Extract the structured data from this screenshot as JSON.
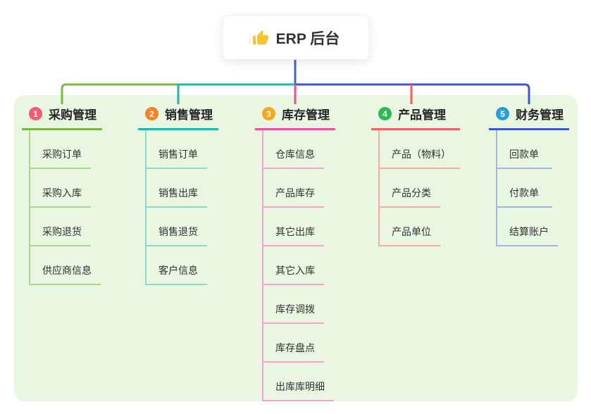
{
  "root": {
    "label": "ERP 后台",
    "icon": "thumbs-up",
    "icon_color": "#F7C32E"
  },
  "canvas": {
    "background": "#ffffff",
    "panel_background": "#E9F6E1",
    "stem_color": "#4B5FD6"
  },
  "branches": [
    {
      "number": "1",
      "label": "采购管理",
      "badge_color": "#F25C72",
      "line_color": "#7CBA3F",
      "child_line_color": "#AFD68C",
      "items": [
        "采购订单",
        "采购入库",
        "采购退货",
        "供应商信息"
      ]
    },
    {
      "number": "2",
      "label": "销售管理",
      "badge_color": "#F5822B",
      "line_color": "#1CB9A9",
      "child_line_color": "#8EDACF",
      "items": [
        "销售订单",
        "销售出库",
        "销售退货",
        "客户信息"
      ]
    },
    {
      "number": "3",
      "label": "库存管理",
      "badge_color": "#F5A623",
      "line_color": "#EF4E9B",
      "child_line_color": "#F3A3CD",
      "items": [
        "仓库信息",
        "产品库存",
        "其它出库",
        "其它入库",
        "库存调拨",
        "库存盘点",
        "出库库明细"
      ]
    },
    {
      "number": "4",
      "label": "产品管理",
      "badge_color": "#2FB953",
      "line_color": "#F15F5F",
      "child_line_color": "#F6ABA8",
      "items": [
        "产品（物料）",
        "产品分类",
        "产品单位"
      ]
    },
    {
      "number": "5",
      "label": "财务管理",
      "badge_color": "#2D9BD8",
      "line_color": "#4156CE",
      "child_line_color": "#A5B4E0",
      "items": [
        "回款单",
        "付款单",
        "结算账户"
      ]
    }
  ]
}
